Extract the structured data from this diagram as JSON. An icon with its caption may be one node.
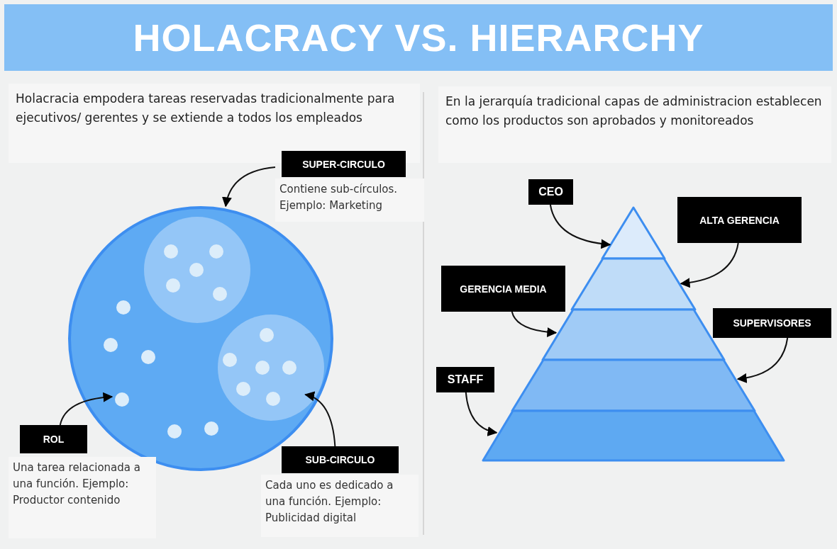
{
  "diagram": {
    "title": "HOLACRACY VS. HIERARCHY",
    "nodes": [
      {
        "text": [
          "SUPER-CIRCULO",
          "Contiene sub-círculos. Ejemplo: Marketing"
        ]
      },
      {
        "text": [],
        "shape": "circle"
      },
      {
        "text": [],
        "shape": "circle",
        "in": 1
      },
      {
        "text": [],
        "shape": "circle",
        "in": 2
      },
      {
        "text": [],
        "shape": "circle",
        "in": 2
      },
      {
        "text": [],
        "shape": "circle",
        "in": 2
      },
      {
        "text": [],
        "shape": "circle",
        "in": 2
      },
      {
        "text": [],
        "shape": "circle",
        "in": 2
      },
      {
        "text": [],
        "shape": "circle",
        "in": 1
      },
      {
        "text": [],
        "shape": "circle",
        "in": 8
      },
      {
        "text": [],
        "shape": "circle",
        "in": 8
      },
      {
        "text": [],
        "shape": "circle",
        "in": 8
      },
      {
        "text": [],
        "shape": "circle",
        "in": 8
      },
      {
        "text": [],
        "shape": "circle",
        "in": 8
      },
      {
        "text": [],
        "shape": "circle",
        "in": 8
      },
      {
        "text": [],
        "shape": "circle",
        "in": 1
      },
      {
        "text": [],
        "shape": "circle",
        "in": 1
      },
      {
        "text": [],
        "shape": "circle",
        "in": 1
      },
      {
        "text": [],
        "shape": "circle",
        "in": 1
      },
      {
        "text": [],
        "shape": "circle",
        "in": 1
      },
      {
        "text": [],
        "shape": "circle",
        "in": 1
      },
      {
        "text": [
          "ROL",
          "Una tarea relacionada a una función. Ejemplo: Productor contenido"
        ]
      },
      {
        "text": [
          "SUB-CIRCULO",
          "Cada uno es dedicado a una función. Ejemplo: Publicidad digital"
        ]
      },
      {
        "text": [
          "CEO"
        ]
      },
      {
        "text": [
          "ALTA GERENCIA"
        ]
      },
      {
        "text": [
          "GERENCIA MEDIA"
        ]
      },
      {
        "text": [
          "SUPERVISORES"
        ]
      },
      {
        "text": [
          "STAFF"
        ]
      },
      {
        "text": [],
        "shape": "triangle"
      },
      {
        "text": [],
        "shape": "trapezoid"
      },
      {
        "text": [],
        "shape": "trapezoid"
      },
      {
        "text": [],
        "shape": "trapezoid"
      },
      {
        "text": [],
        "shape": "trapezoid"
      }
    ],
    "edges": [
      {
        "from": 0,
        "to": 1,
        "arrow": "to"
      },
      {
        "from": 21,
        "to": 16,
        "arrow": "to"
      },
      {
        "from": 22,
        "to": 8,
        "arrow": "to"
      },
      {
        "from": 23,
        "to": 28,
        "arrow": "to"
      },
      {
        "from": 24,
        "to": 29,
        "arrow": "to"
      },
      {
        "from": 25,
        "to": 30,
        "arrow": "to"
      },
      {
        "from": 26,
        "to": 31,
        "arrow": "to"
      },
      {
        "from": 27,
        "to": 32,
        "arrow": "to"
      }
    ],
    "labels": [
      "Holacracia empodera tareas reservadas tradicionalmente para ejecutivos/ gerentes y se extiende a todos los empleados",
      "En la jerarquía tradicional capas de administracion establecen como los productos son aprobados y monitoreados"
    ]
  }
}
